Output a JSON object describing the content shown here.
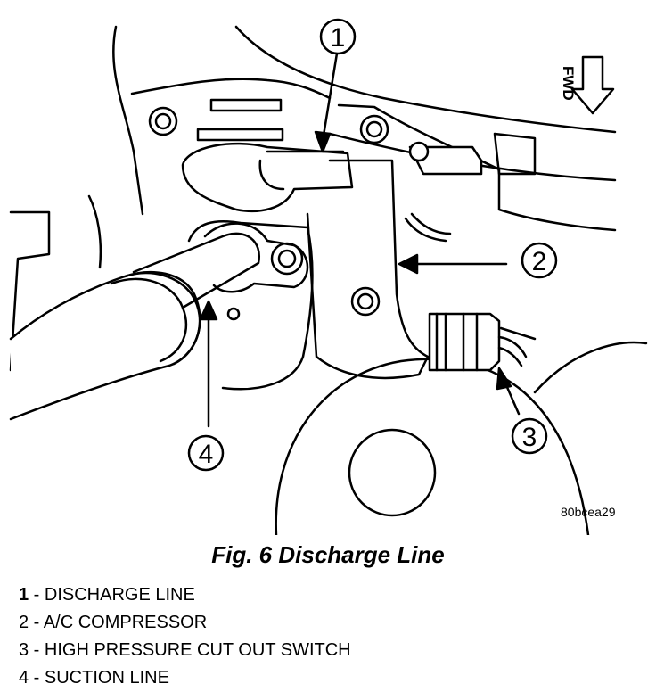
{
  "figure": {
    "fwd_label": "FWD",
    "figure_id": "80bcea29",
    "caption": "Fig. 6 Discharge Line",
    "callouts": [
      "1",
      "2",
      "3",
      "4"
    ]
  },
  "legend": [
    {
      "num": "1",
      "text": " - DISCHARGE LINE"
    },
    {
      "num": "2",
      "text": " - A/C COMPRESSOR"
    },
    {
      "num": "3",
      "text": " - HIGH PRESSURE CUT OUT SWITCH"
    },
    {
      "num": "4",
      "text": " - SUCTION LINE"
    }
  ]
}
